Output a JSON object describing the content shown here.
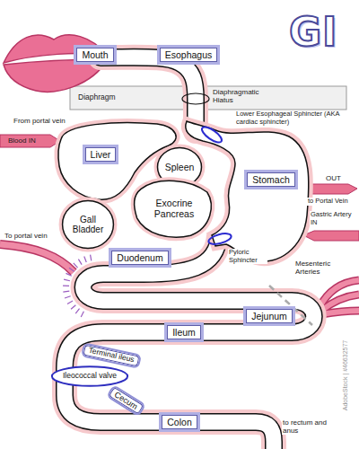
{
  "diagram": {
    "title": "GI",
    "nodes": [
      {
        "text": [
          "Mouth"
        ]
      },
      {
        "text": [
          "Esophagus"
        ]
      },
      {
        "text": [
          "Liver"
        ]
      },
      {
        "text": [
          "Spleen"
        ]
      },
      {
        "text": [
          "Exocrine Pancreas"
        ]
      },
      {
        "text": [
          "Stomach"
        ]
      },
      {
        "text": [
          "Gall Bladder"
        ]
      },
      {
        "text": [
          "Duodenum"
        ]
      },
      {
        "text": [
          "Jejunum"
        ]
      },
      {
        "text": [
          "Ileum"
        ]
      },
      {
        "text": [
          "Terminal ileus"
        ]
      },
      {
        "text": [
          "Ileococcal valve"
        ]
      },
      {
        "text": [
          "Cecum"
        ]
      },
      {
        "text": [
          "Colon"
        ]
      }
    ],
    "labels": [
      "Diaphragm",
      "Diaphragmatic Hiatus",
      "From portal vein",
      "Blood IN",
      "Lower Esophageal Sphincter (AKA cardiac sphincter)",
      "OUT",
      "to Portal Vein",
      "Gastric Artery IN",
      "Pyloric Sphincter",
      "To portal vein",
      "Mesenteric Arteries",
      "to rectum and anus",
      "AdobeStock | #46632577"
    ]
  }
}
